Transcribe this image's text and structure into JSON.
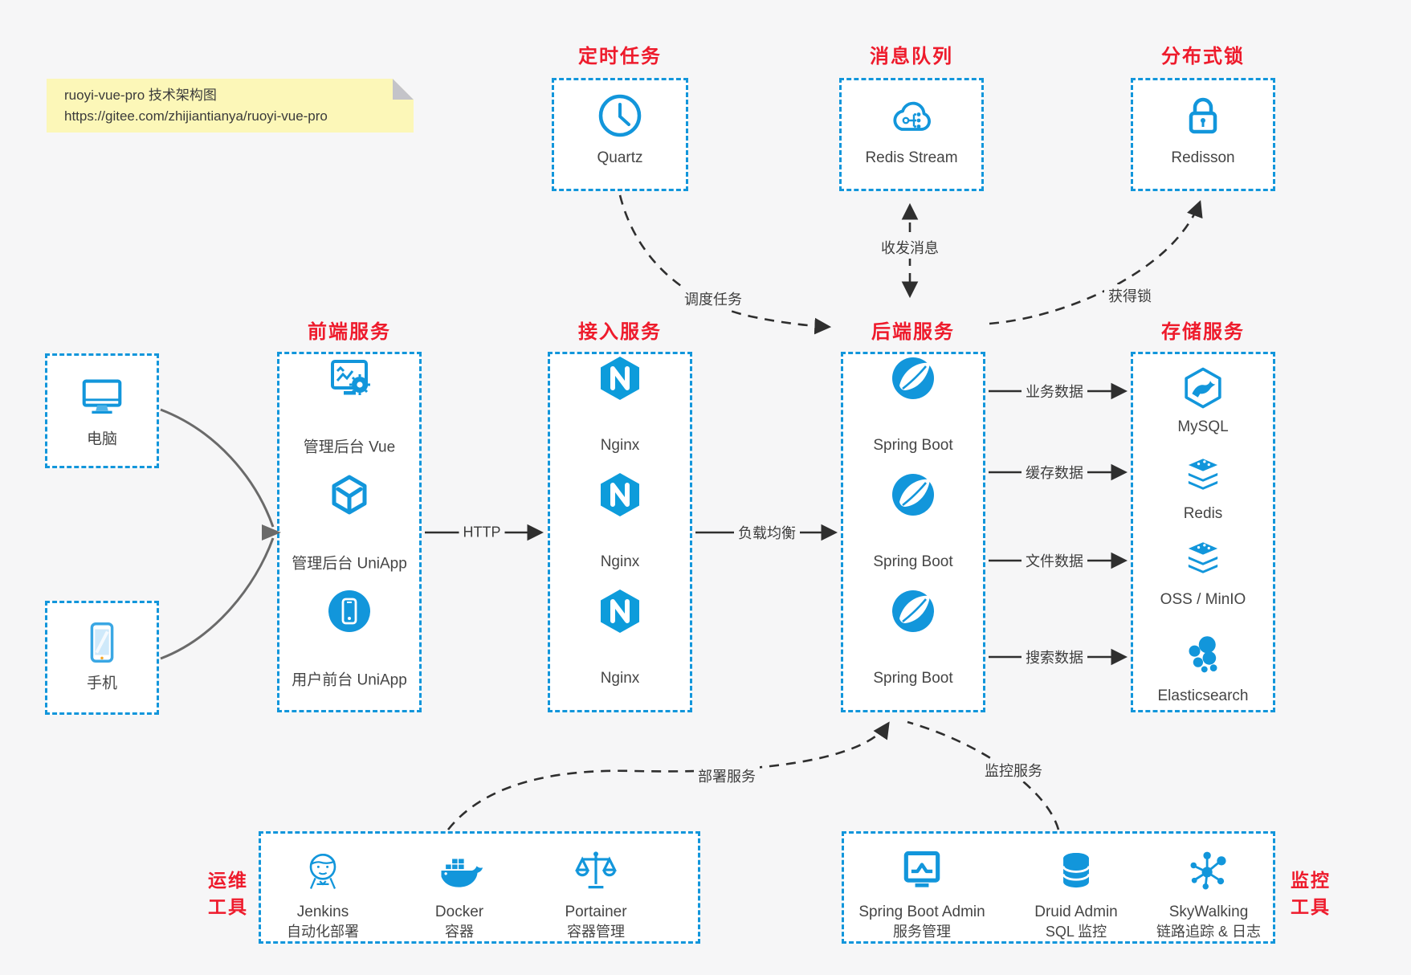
{
  "note": {
    "line1": "ruoyi-vue-pro 技术架构图",
    "line2": "https://gitee.com/zhijiantianya/ruoyi-vue-pro"
  },
  "colors": {
    "accent_blue": "#1296DB",
    "title_red": "#EE1B2C",
    "background": "#F6F6F7",
    "note_yellow": "#FCF7B8",
    "arrow_dark": "#2F2F2F",
    "arrow_gray": "#6A6A6A"
  },
  "top_groups": [
    {
      "title": "定时任务",
      "items": [
        {
          "icon": "clock-icon",
          "label": "Quartz"
        }
      ]
    },
    {
      "title": "消息队列",
      "items": [
        {
          "icon": "cloud-stream-icon",
          "label": "Redis Stream"
        }
      ]
    },
    {
      "title": "分布式锁",
      "items": [
        {
          "icon": "lock-icon",
          "label": "Redisson"
        }
      ]
    }
  ],
  "clients": [
    {
      "icon": "desktop-icon",
      "label": "电脑"
    },
    {
      "icon": "phone-icon",
      "label": "手机"
    }
  ],
  "columns": [
    {
      "title": "前端服务",
      "items": [
        {
          "icon": "admin-vue-icon",
          "label": "管理后台 Vue"
        },
        {
          "icon": "cube-icon",
          "label": "管理后台 UniApp"
        },
        {
          "icon": "mobile-app-icon",
          "label": "用户前台 UniApp"
        }
      ]
    },
    {
      "title": "接入服务",
      "items": [
        {
          "icon": "nginx-icon",
          "label": "Nginx"
        },
        {
          "icon": "nginx-icon",
          "label": "Nginx"
        },
        {
          "icon": "nginx-icon",
          "label": "Nginx"
        }
      ]
    },
    {
      "title": "后端服务",
      "items": [
        {
          "icon": "spring-icon",
          "label": "Spring Boot"
        },
        {
          "icon": "spring-icon",
          "label": "Spring Boot"
        },
        {
          "icon": "spring-icon",
          "label": "Spring Boot"
        }
      ]
    },
    {
      "title": "存储服务",
      "items": [
        {
          "icon": "mysql-icon",
          "label": "MySQL"
        },
        {
          "icon": "redis-icon",
          "label": "Redis"
        },
        {
          "icon": "oss-icon",
          "label": "OSS / MinIO"
        },
        {
          "icon": "elasticsearch-icon",
          "label": "Elasticsearch"
        }
      ]
    }
  ],
  "bottom_groups": [
    {
      "side_label": "运维\n工具",
      "items": [
        {
          "icon": "jenkins-icon",
          "label": "Jenkins",
          "sub": "自动化部署"
        },
        {
          "icon": "docker-icon",
          "label": "Docker",
          "sub": "容器"
        },
        {
          "icon": "portainer-icon",
          "label": "Portainer",
          "sub": "容器管理"
        }
      ]
    },
    {
      "side_label": "监控\n工具",
      "items": [
        {
          "icon": "sba-icon",
          "label": "Spring Boot Admin",
          "sub": "服务管理"
        },
        {
          "icon": "druid-icon",
          "label": "Druid Admin",
          "sub": "SQL 监控"
        },
        {
          "icon": "skywalking-icon",
          "label": "SkyWalking",
          "sub": "链路追踪 & 日志"
        }
      ]
    }
  ],
  "edges": {
    "http": "HTTP",
    "lb": "负载均衡",
    "biz": "业务数据",
    "cache": "缓存数据",
    "file": "文件数据",
    "search": "搜索数据",
    "schedule": "调度任务",
    "msg": "收发消息",
    "lock": "获得锁",
    "deploy": "部署服务",
    "monitor": "监控服务"
  }
}
